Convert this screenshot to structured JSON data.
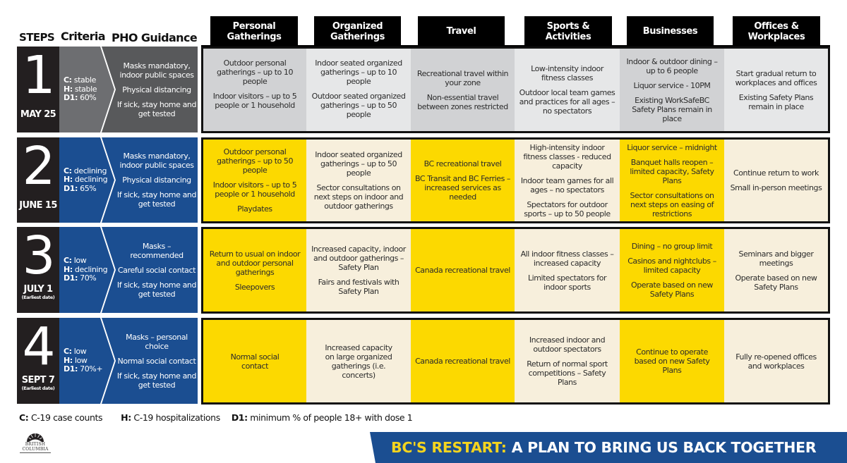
{
  "column_headings": {
    "steps": "STEPS",
    "criteria": "Criteria",
    "pho_guidance": "PHO Guidance"
  },
  "categories": [
    {
      "id": "personal",
      "label": "Personal\nGatherings"
    },
    {
      "id": "organized",
      "label": "Organized\nGatherings"
    },
    {
      "id": "travel",
      "label": "Travel"
    },
    {
      "id": "sports",
      "label": "Sports &\nActivities"
    },
    {
      "id": "businesses",
      "label": "Businesses"
    },
    {
      "id": "offices",
      "label": "Offices &\nWorkplaces"
    }
  ],
  "colors": {
    "step_dark": "#231f20",
    "step1_criteria": "#6d6e71",
    "step1_pho": "#58595b",
    "blue": "#1b4e91",
    "yellow": "#fcd900",
    "cream": "#f7efdc",
    "grey_dark": "#d1d2d4",
    "grey_light": "#e6e7e8",
    "banner_accent": "#f4d41e"
  },
  "steps": [
    {
      "number": "1",
      "date": "MAY 25",
      "note": "",
      "criteria": {
        "C": "stable",
        "H": "stable",
        "D1": "60%"
      },
      "pho": [
        "Masks mandatory, indoor public spaces",
        "Physical distancing",
        "If sick, stay home and get tested"
      ],
      "cells": [
        [
          "Outdoor personal gatherings – up to 10 people",
          "Indoor visitors – up to 5 people or 1 household"
        ],
        [
          "Indoor seated organized gatherings – up to 10 people",
          "Outdoor seated organized gatherings – up to 50 people"
        ],
        [
          "Recreational travel within your zone",
          "Non-essential travel between zones restricted"
        ],
        [
          "Low-intensity indoor fitness classes",
          "Outdoor local team games and practices for all ages – no spectators"
        ],
        [
          "Indoor & outdoor dining – up to 6 people",
          "Liquor service - 10PM",
          "Existing WorkSafeBC Safety Plans remain in place"
        ],
        [
          "Start gradual return to workplaces and offices",
          "Existing Safety Plans remain in place"
        ]
      ]
    },
    {
      "number": "2",
      "date": "JUNE 15",
      "note": "",
      "criteria": {
        "C": "declining",
        "H": "declining",
        "D1": "65%"
      },
      "pho": [
        "Masks mandatory, indoor public spaces",
        "Physical distancing",
        "If sick, stay home and get tested"
      ],
      "cells": [
        [
          "Outdoor personal gatherings – up to 50 people",
          "Indoor visitors – up to 5 people or 1 household",
          "Playdates"
        ],
        [
          "Indoor seated organized gatherings – up to 50 people",
          "Sector consultations on next steps on indoor and outdoor gatherings"
        ],
        [
          "BC recreational travel",
          "BC Transit and BC Ferries – increased services as needed"
        ],
        [
          "High-intensity indoor fitness classes - reduced capacity",
          "Indoor team games for all ages – no spectators",
          "Spectators for outdoor sports – up to 50 people"
        ],
        [
          "Liquor service – midnight",
          "Banquet halls reopen – limited capacity, Safety Plans",
          "Sector consultations on next steps on easing of restrictions"
        ],
        [
          "Continue return to work",
          "Small in-person meetings"
        ]
      ]
    },
    {
      "number": "3",
      "date": "JULY 1",
      "note": "(Earliest date)",
      "criteria": {
        "C": "low",
        "H": "declining",
        "D1": "70%"
      },
      "pho": [
        "Masks – recommended",
        "Careful social contact",
        "If sick, stay home and get tested"
      ],
      "cells": [
        [
          "Return to usual on indoor and outdoor personal gatherings",
          "Sleepovers"
        ],
        [
          "Increased capacity, indoor and outdoor gatherings – Safety Plan",
          "Fairs and festivals with Safety Plan"
        ],
        [
          "Canada recreational travel"
        ],
        [
          "All indoor fitness classes – increased capacity",
          "Limited spectators for indoor sports"
        ],
        [
          "Dining – no group limit",
          "Casinos and nightclubs – limited capacity",
          "Operate based on new Safety Plans"
        ],
        [
          "Seminars and bigger meetings",
          "Operate based on new Safety Plans"
        ]
      ]
    },
    {
      "number": "4",
      "date": "SEPT 7",
      "note": "(Earliest date)",
      "criteria": {
        "C": "low",
        "H": "low",
        "D1": "70%+"
      },
      "pho": [
        "Masks – personal choice",
        "Normal social contact",
        "If sick, stay home and get tested"
      ],
      "cells": [
        [
          "Normal social contact"
        ],
        [
          "Increased capacity on large organized gatherings (i.e. concerts)"
        ],
        [
          "Canada recreational travel"
        ],
        [
          "Increased indoor and outdoor spectators",
          "Return of normal sport competitions – Safety Plans"
        ],
        [
          "Continue to operate based on new Safety Plans"
        ],
        [
          "Fully re-opened offices and workplaces"
        ]
      ]
    }
  ],
  "legend": [
    {
      "key": "C:",
      "text": "C-19 case counts"
    },
    {
      "key": "H:",
      "text": "C-19 hospitalizations"
    },
    {
      "key": "D1:",
      "text": "minimum % of people 18+ with dose 1"
    }
  ],
  "logo": {
    "line1": "BRITISH",
    "line2": "COLUMBIA"
  },
  "banner": {
    "accent": "BC'S RESTART:",
    "text": "A PLAN TO BRING US BACK TOGETHER"
  }
}
